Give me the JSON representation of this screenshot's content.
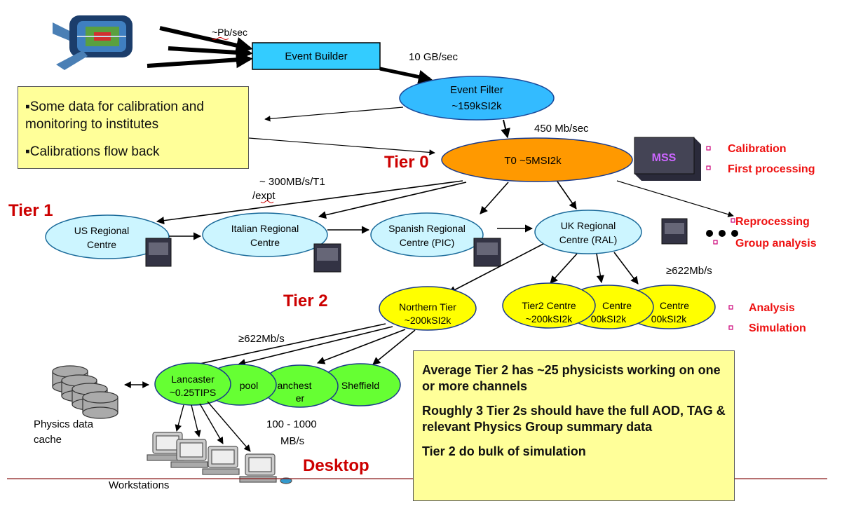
{
  "rates": {
    "pb_sec": "~Pb/sec",
    "ten_gb": "10 GB/sec",
    "mb450": "450 Mb/sec",
    "mb300_line1": "~ 300MB/s/T1",
    "mb300_line2": "/expt",
    "t1_t2": "≥622Mb/s",
    "t2_t3": "≥622Mb/s",
    "desktop_line1": "100 - 1000",
    "desktop_line2": "MB/s"
  },
  "nodes": {
    "event_builder": "Event Builder",
    "event_filter": [
      "Event Filter",
      "~159kSI2k"
    ],
    "t0": "T0 ~5MSI2k",
    "us": [
      "US Regional",
      "Centre"
    ],
    "italian": [
      "Italian Regional",
      "Centre"
    ],
    "spanish": [
      "Spanish Regional",
      "Centre (PIC)"
    ],
    "uk": [
      "UK Regional",
      "Centre (RAL)"
    ],
    "northern": [
      "Northern Tier",
      "~200kSI2k"
    ],
    "tier2a": [
      "Tier2 Centre",
      "~200kSI2k"
    ],
    "tier2b": [
      "Centre",
      "00kSI2k"
    ],
    "tier2c": [
      "Centre",
      "00kSI2k"
    ],
    "lancaster": [
      "Lancaster",
      "~0.25TIPS"
    ],
    "liverpool": "pool",
    "manchester": [
      "anchest",
      "er"
    ],
    "sheffield": "Sheffield",
    "mss": "MSS"
  },
  "tiers": {
    "tier0": "Tier 0",
    "tier1": "Tier 1",
    "tier2": "Tier 2",
    "desktop": "Desktop"
  },
  "roles": {
    "calibration": "Calibration",
    "first_processing": "First processing",
    "reprocessing": "Reprocessing",
    "group_analysis": "Group analysis",
    "analysis": "Analysis",
    "simulation": "Simulation"
  },
  "labels": {
    "physics_cache_line1": "Physics data",
    "physics_cache_line2": "cache",
    "workstations": "Workstations"
  },
  "calib_note": {
    "line1": "▪Some data for calibration and monitoring to institutes",
    "line2": "▪Calibrations flow back"
  },
  "summary_note": {
    "p1": "Average Tier 2 has ~25 physicists working on one or more channels",
    "p2": "Roughly 3 Tier 2s should have the full AOD, TAG & relevant Physics Group summary data",
    "p3": "Tier 2 do bulk of simulation"
  },
  "colors": {
    "event_builder": "#33ccff",
    "event_filter": "#33bbff",
    "t0": "#ff9900",
    "tier1": "#ccf5ff",
    "tier2": "#ffff00",
    "tier3": "#66ff33",
    "tier_label": "#cc0000",
    "bullet": "#cc0077",
    "note": "#ffff99"
  }
}
